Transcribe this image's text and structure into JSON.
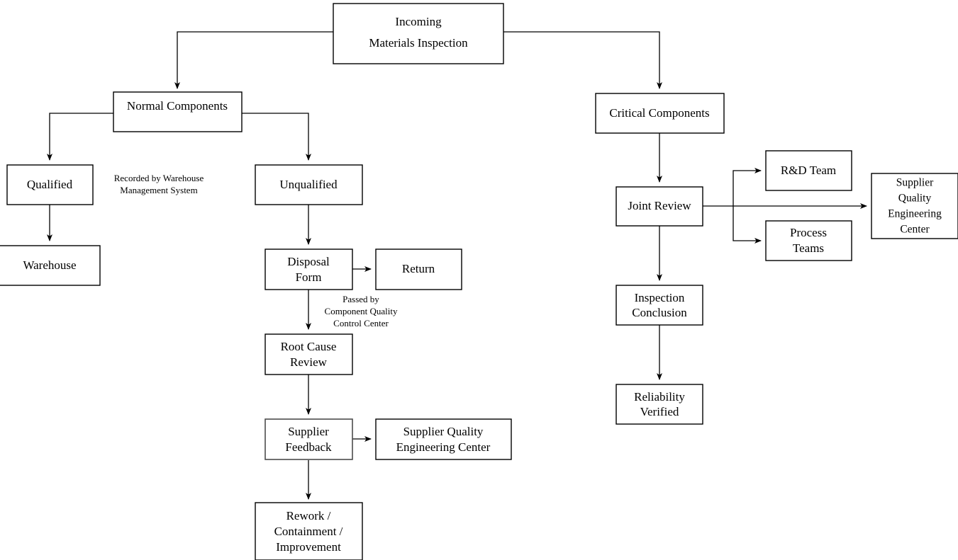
{
  "diagram": {
    "title": "Incoming Materials Inspection Flowchart",
    "background_color": "#ffffff",
    "line_color": "#000000",
    "node_fill": "#ffffff",
    "node_stroke": "#000000",
    "soft_node_stroke": "#4d4d4d",
    "nodes": {
      "incoming": {
        "lines": [
          "Incoming",
          "Materials Inspection"
        ]
      },
      "normal_components": {
        "lines": [
          "Normal Components"
        ]
      },
      "critical_components": {
        "lines": [
          "Critical Components"
        ]
      },
      "qualified": {
        "lines": [
          "Qualified"
        ]
      },
      "warehouse": {
        "lines": [
          "Warehouse"
        ]
      },
      "unqualified": {
        "lines": [
          "Unqualified"
        ]
      },
      "disposal_form": {
        "lines": [
          "Disposal",
          "Form"
        ]
      },
      "return": {
        "lines": [
          "Return"
        ]
      },
      "root_cause_review": {
        "lines": [
          "Root Cause",
          "Review"
        ]
      },
      "supplier_feedback": {
        "lines": [
          "Supplier",
          "Feedback"
        ]
      },
      "sqec_mid": {
        "lines": [
          "Supplier Quality",
          "Engineering Center"
        ]
      },
      "rework": {
        "lines": [
          "Rework /",
          "Containment /",
          "Improvement"
        ]
      },
      "joint_review": {
        "lines": [
          "Joint Review"
        ]
      },
      "rd_team": {
        "lines": [
          "R&D Team"
        ]
      },
      "process_teams": {
        "lines": [
          "Process",
          "Teams"
        ]
      },
      "sqec_right": {
        "lines": [
          "Supplier",
          "Quality",
          "Engineering",
          "Center"
        ]
      },
      "inspection_conclusion": {
        "lines": [
          "Inspection",
          "Conclusion"
        ]
      },
      "reliability_verified": {
        "lines": [
          "Reliability",
          "Verified"
        ]
      }
    },
    "edge_labels": {
      "warehouse_note": {
        "lines": [
          "Recorded by Warehouse",
          "Management System"
        ]
      },
      "disposal_note": {
        "lines": [
          "Passed by",
          "Component Quality",
          "Control Center"
        ]
      }
    }
  }
}
